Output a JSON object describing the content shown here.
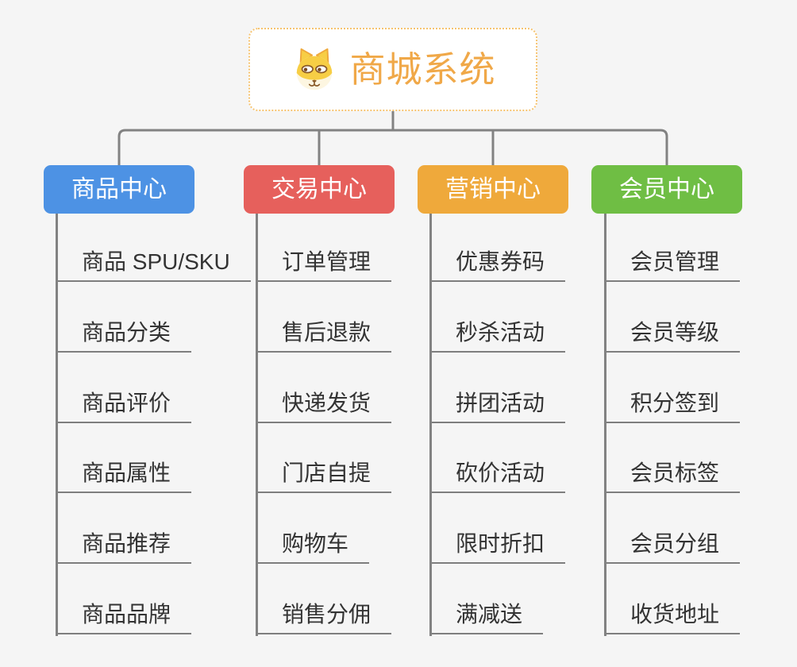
{
  "root": {
    "title": "商城系统",
    "icon": "dog-face-icon"
  },
  "branches": [
    {
      "id": "product-center",
      "label": "商品中心",
      "color": "#4D92E4",
      "items": [
        "商品 SPU/SKU",
        "商品分类",
        "商品评价",
        "商品属性",
        "商品推荐",
        "商品品牌"
      ]
    },
    {
      "id": "trade-center",
      "label": "交易中心",
      "color": "#E6605C",
      "items": [
        "订单管理",
        "售后退款",
        "快递发货",
        "门店自提",
        "购物车",
        "销售分佣"
      ]
    },
    {
      "id": "marketing-center",
      "label": "营销中心",
      "color": "#EFA93B",
      "items": [
        "优惠券码",
        "秒杀活动",
        "拼团活动",
        "砍价活动",
        "限时折扣",
        "满减送"
      ]
    },
    {
      "id": "member-center",
      "label": "会员中心",
      "color": "#6FBE44",
      "items": [
        "会员管理",
        "会员等级",
        "积分签到",
        "会员标签",
        "会员分组",
        "收货地址"
      ]
    }
  ],
  "colors": {
    "background": "#F5F5F5",
    "connector": "#828282",
    "leaf_underline": "#7E7E7E",
    "leaf_text": "#333333",
    "root_text": "#F0A848",
    "root_border": "#F6C36F"
  }
}
